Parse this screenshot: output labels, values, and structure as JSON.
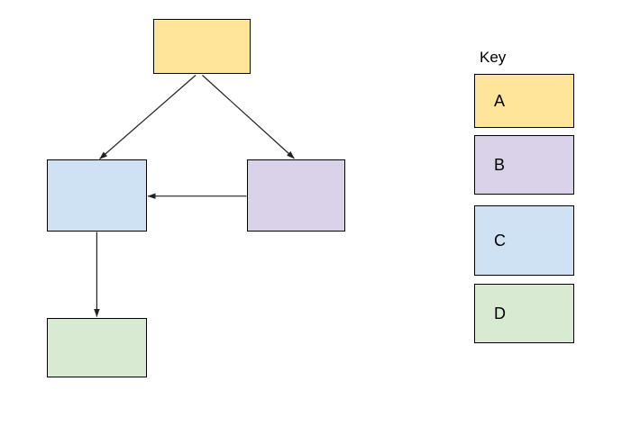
{
  "canvas": {
    "background": "#ffffff"
  },
  "diagram": {
    "edge_color": "#212121",
    "node_border_color": "#000000",
    "nodes": [
      {
        "key": "A",
        "position": "top",
        "fill": "#ffe599"
      },
      {
        "key": "B",
        "position": "middle-right",
        "fill": "#d9d2e9"
      },
      {
        "key": "C",
        "position": "middle-left",
        "fill": "#cfe2f3"
      },
      {
        "key": "D",
        "position": "bottom-left",
        "fill": "#d9ead3"
      }
    ],
    "edges": [
      {
        "from": "A",
        "to": "C",
        "arrowhead": "end"
      },
      {
        "from": "A",
        "to": "B",
        "arrowhead": "end"
      },
      {
        "from": "B",
        "to": "C",
        "arrowhead": "end"
      },
      {
        "from": "C",
        "to": "D",
        "arrowhead": "end"
      }
    ]
  },
  "key": {
    "title": "Key",
    "text_color": "#000000",
    "items": [
      {
        "label": "A",
        "fill": "#ffe599"
      },
      {
        "label": "B",
        "fill": "#d9d2e9"
      },
      {
        "label": "C",
        "fill": "#cfe2f3"
      },
      {
        "label": "D",
        "fill": "#d9ead3"
      }
    ]
  }
}
